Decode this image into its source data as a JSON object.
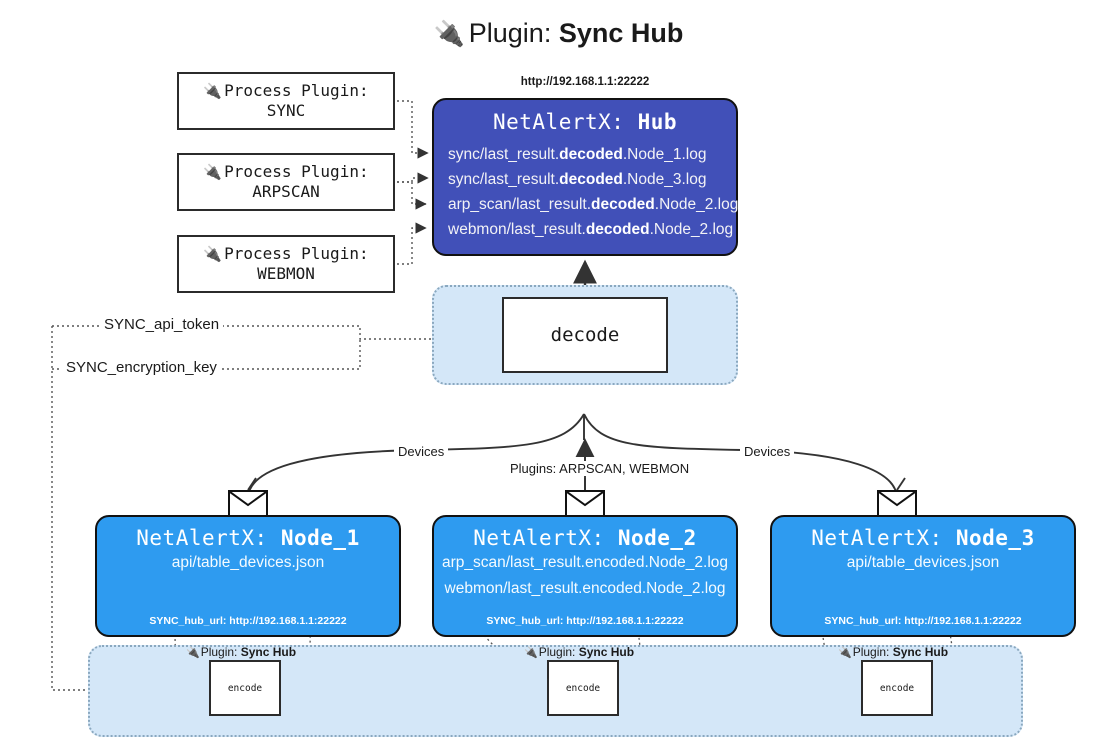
{
  "title": {
    "icon": "plug-icon",
    "prefix": "Plugin:",
    "name": "Sync Hub"
  },
  "hub": {
    "url": "http://192.168.1.1:22222",
    "app": "NetAlertX:",
    "name": "Hub",
    "rows": [
      {
        "pre": "sync/last_result.",
        "mid": "decoded",
        "post": ".Node_1.log"
      },
      {
        "pre": "sync/last_result.",
        "mid": "decoded",
        "post": ".Node_3.log"
      },
      {
        "pre": "arp_scan/last_result.",
        "mid": "decoded",
        "post": ".Node_2.log"
      },
      {
        "pre": "webmon/last_result.",
        "mid": "decoded",
        "post": ".Node_2.log"
      }
    ]
  },
  "process_plugins": [
    {
      "label": "Process Plugin:",
      "name": "SYNC"
    },
    {
      "label": "Process Plugin:",
      "name": "ARPSCAN"
    },
    {
      "label": "Process Plugin:",
      "name": "WEBMON"
    }
  ],
  "decode": {
    "label": "decode"
  },
  "config_labels": {
    "api_token": "SYNC_api_token",
    "encryption_key": "SYNC_encryption_key"
  },
  "edge_labels": {
    "devices_left": "Devices",
    "devices_right": "Devices",
    "plugins_center": "Plugins: ARPSCAN, WEBMON"
  },
  "nodes": [
    {
      "app": "NetAlertX:",
      "name": "Node_1",
      "rows": [
        "api/table_devices.json"
      ],
      "hub_url": "SYNC_hub_url: http://192.168.1.1:22222"
    },
    {
      "app": "NetAlertX:",
      "name": "Node_2",
      "rows": [
        "arp_scan/last_result.encoded.Node_2.log",
        "webmon/last_result.encoded.Node_2.log"
      ],
      "hub_url": "SYNC_hub_url: http://192.168.1.1:22222"
    },
    {
      "app": "NetAlertX:",
      "name": "Node_3",
      "rows": [
        "api/table_devices.json"
      ],
      "hub_url": "SYNC_hub_url: http://192.168.1.1:22222"
    }
  ],
  "encode_cells": [
    {
      "plugin_prefix": "Plugin:",
      "plugin_name": "Sync Hub",
      "label": "encode"
    },
    {
      "plugin_prefix": "Plugin:",
      "plugin_name": "Sync Hub",
      "label": "encode"
    },
    {
      "plugin_prefix": "Plugin:",
      "plugin_name": "Sync Hub",
      "label": "encode"
    }
  ],
  "colors": {
    "hub_fill": "#4150b8",
    "node_fill": "#2e9bf0",
    "container_fill": "#d4e7f8",
    "stroke": "#2b2b2b",
    "background": "#ffffff"
  }
}
